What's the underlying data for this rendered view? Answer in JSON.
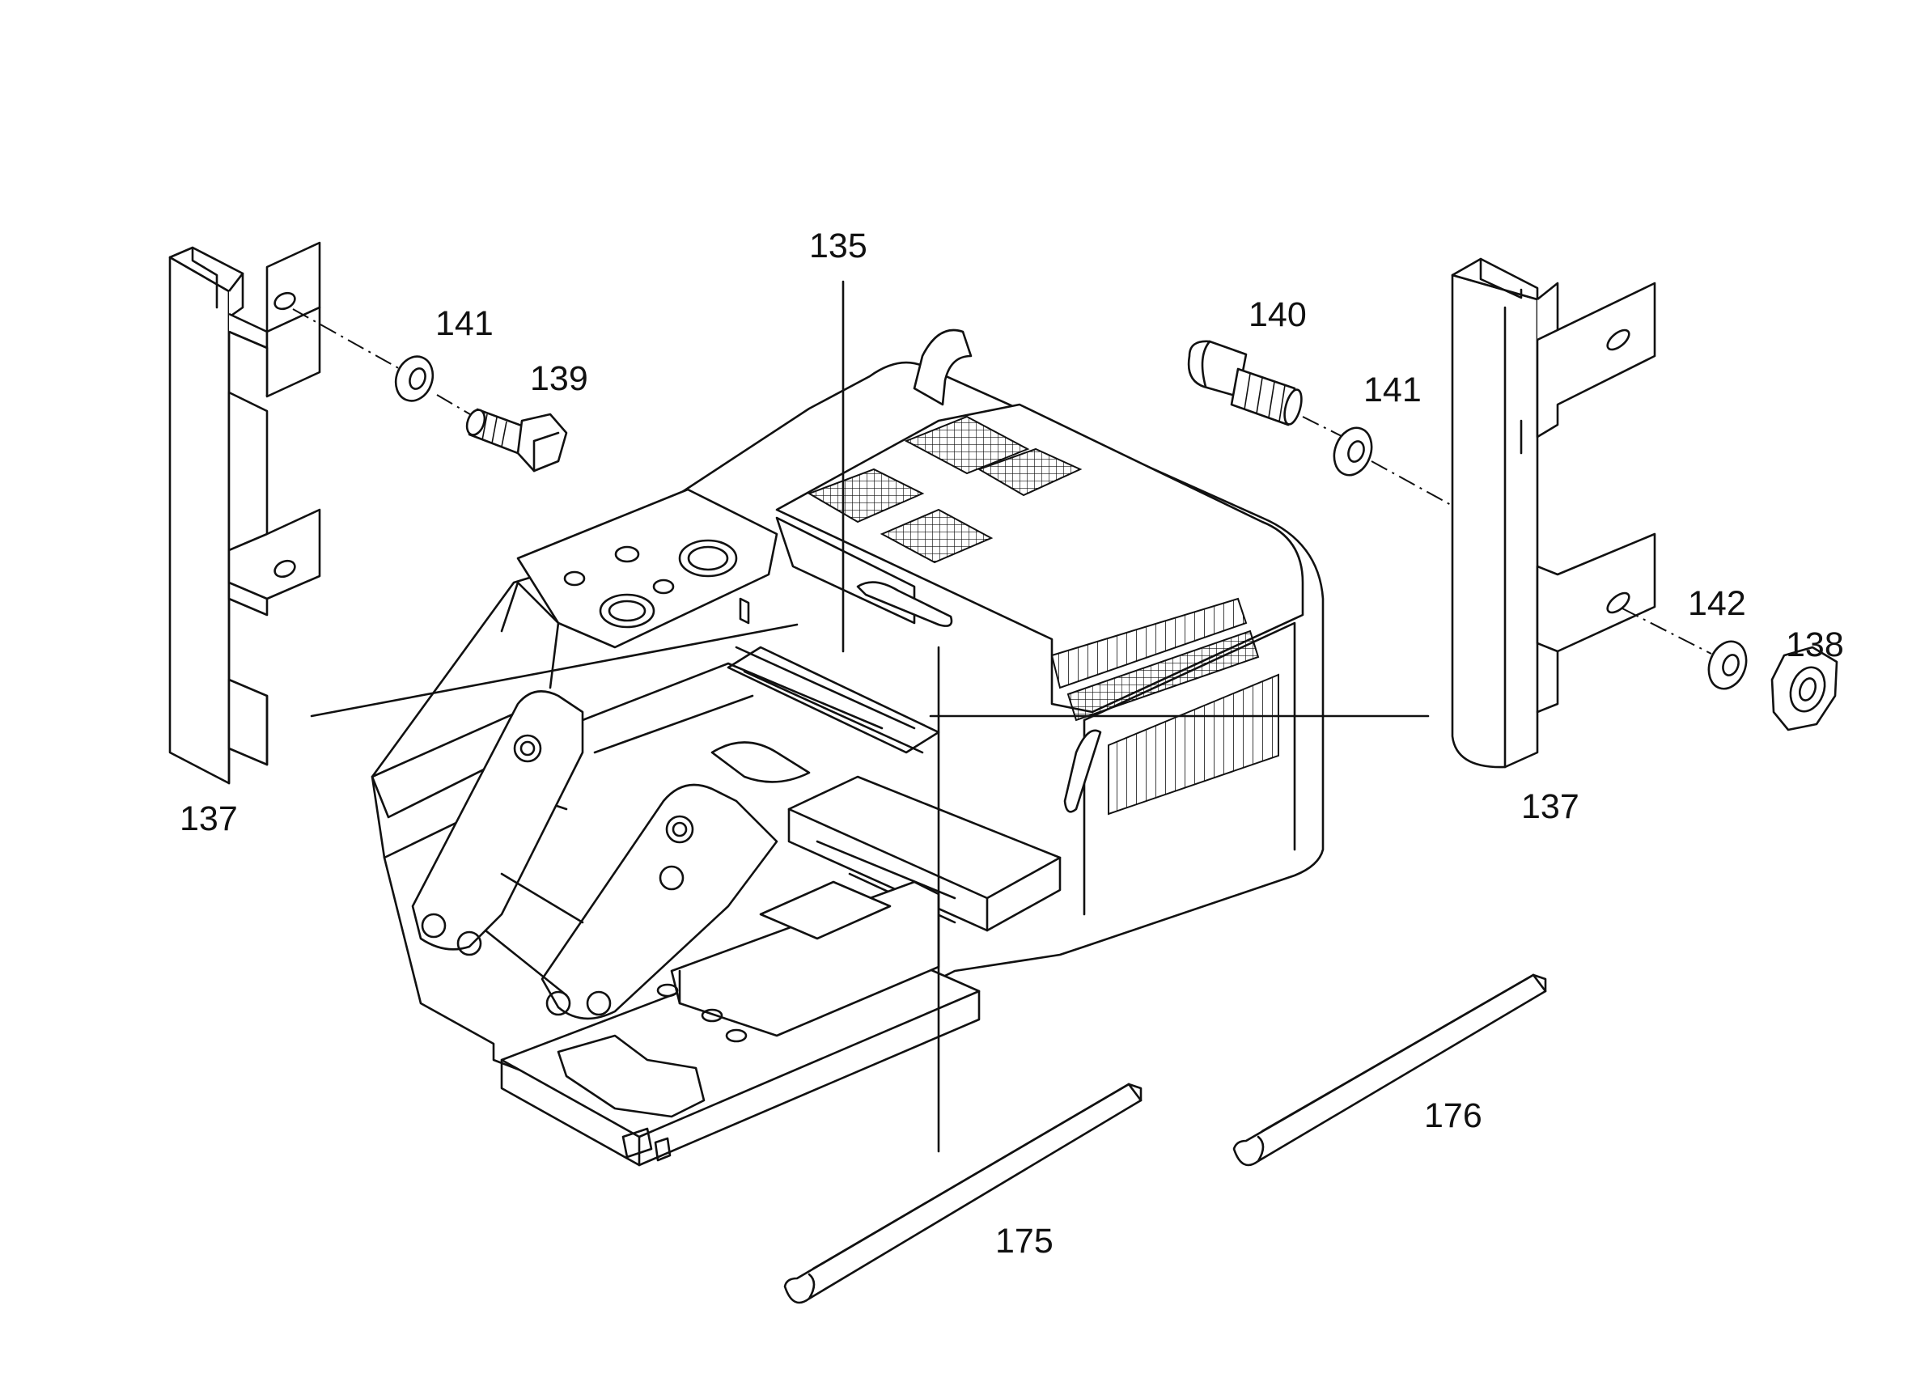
{
  "diagram": {
    "labels": {
      "p135": "135",
      "p137_left": "137",
      "p137_right": "137",
      "p138": "138",
      "p139": "139",
      "p140": "140",
      "p141_left": "141",
      "p141_right": "141",
      "p142": "142",
      "p175": "175",
      "p176": "176"
    }
  }
}
